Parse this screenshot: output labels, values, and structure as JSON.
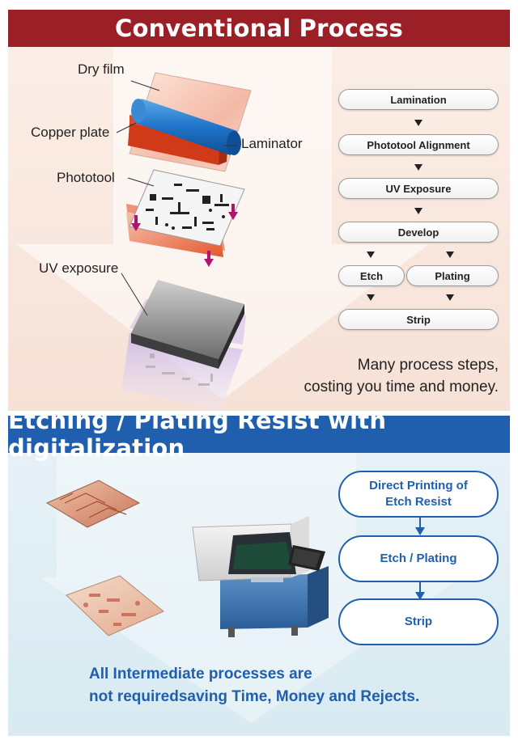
{
  "conventional": {
    "title": "Conventional Process",
    "labels": {
      "dry_film": "Dry film",
      "copper_plate": "Copper plate",
      "laminator": "Laminator",
      "phototool": "Phototool",
      "uv_exposure": "UV exposure"
    },
    "steps": {
      "lamination": "Lamination",
      "phototool_alignment": "Phototool Alignment",
      "uv_exposure": "UV Exposure",
      "develop": "Develop",
      "etch": "Etch",
      "plating": "Plating",
      "strip": "Strip"
    },
    "note_line1": "Many process steps,",
    "note_line2": "costing you time and money."
  },
  "digital": {
    "title": "Etching / Plating Resist with digitalization",
    "steps": {
      "direct_printing_line1": "Direct Printing of",
      "direct_printing_line2": "Etch Resist",
      "etch_plating": "Etch / Plating",
      "strip": "Strip"
    },
    "note_line1": "All Intermediate processes are",
    "note_line2": "not requiredsaving Time, Money and Rejects."
  },
  "colors": {
    "conventional_accent": "#9b1f26",
    "digital_accent": "#1f5fae",
    "uv_arrow": "#b0146e"
  }
}
